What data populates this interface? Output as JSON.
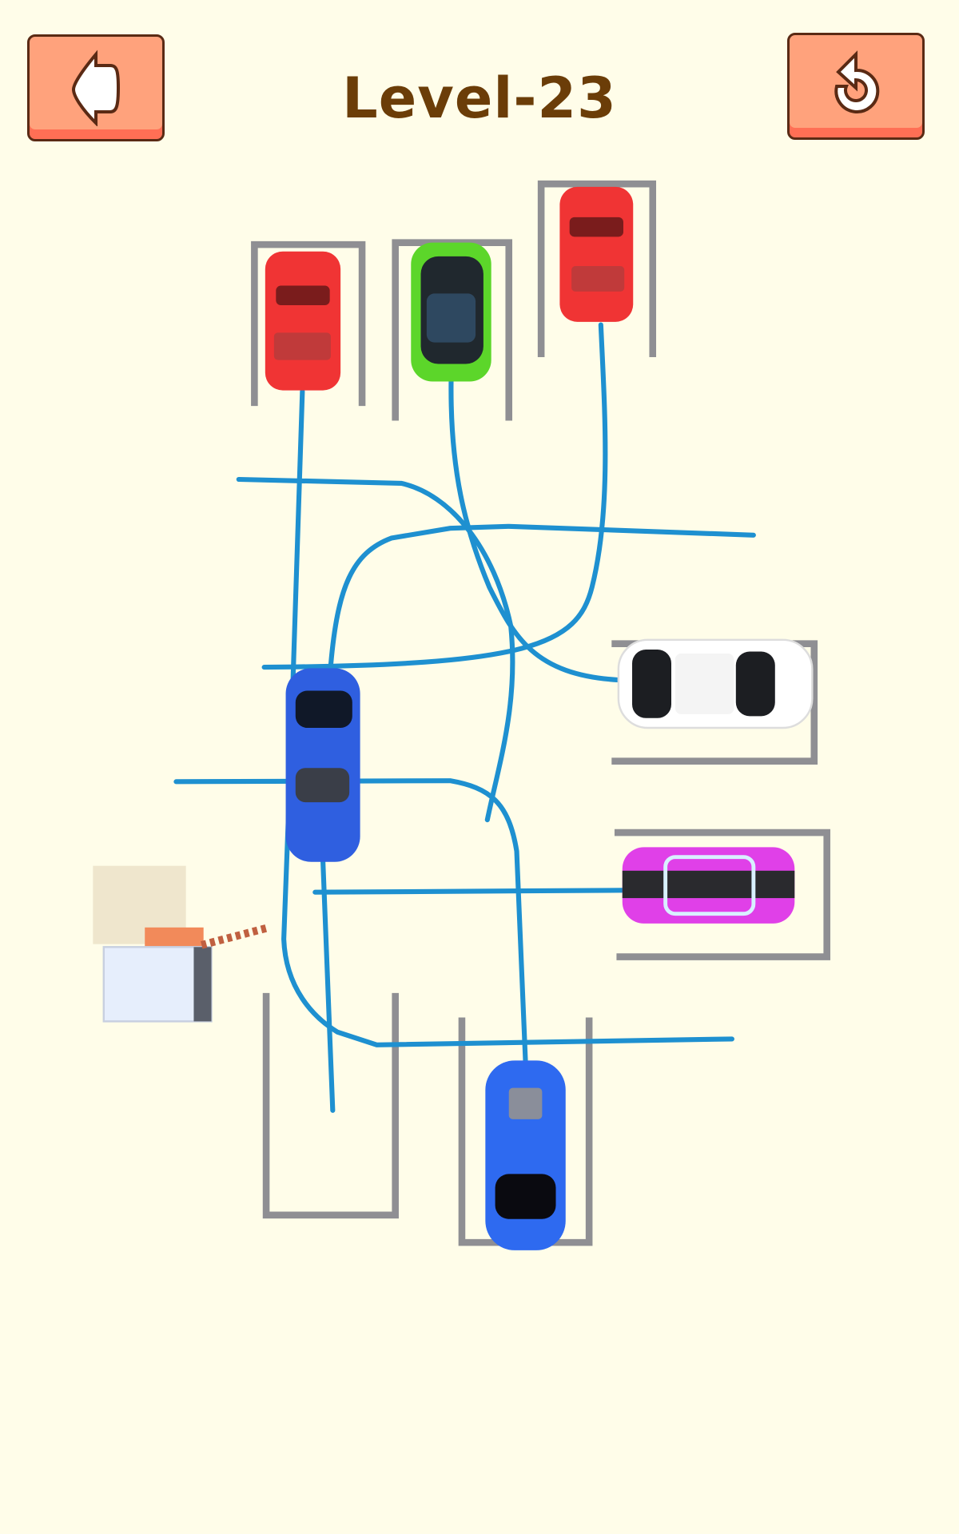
{
  "header": {
    "title": "Level-23",
    "back_icon": "back-arrow-icon",
    "restart_icon": "restart-icon"
  },
  "colors": {
    "background": "#fffde9",
    "button": "#ffa27c",
    "title": "#6b3d08",
    "path": "#1e90d0",
    "slot": "#8f8f93"
  },
  "cars": [
    {
      "id": "red-car-1",
      "color": "#f03434"
    },
    {
      "id": "green-car",
      "color": "#5cd62a"
    },
    {
      "id": "red-car-2",
      "color": "#f03434"
    },
    {
      "id": "white-car",
      "color": "#ffffff"
    },
    {
      "id": "blue-car-middle",
      "color": "#2f5fe0"
    },
    {
      "id": "pink-car",
      "color": "#e040e8"
    },
    {
      "id": "blue-car-bottom",
      "color": "#2e6af0"
    }
  ]
}
